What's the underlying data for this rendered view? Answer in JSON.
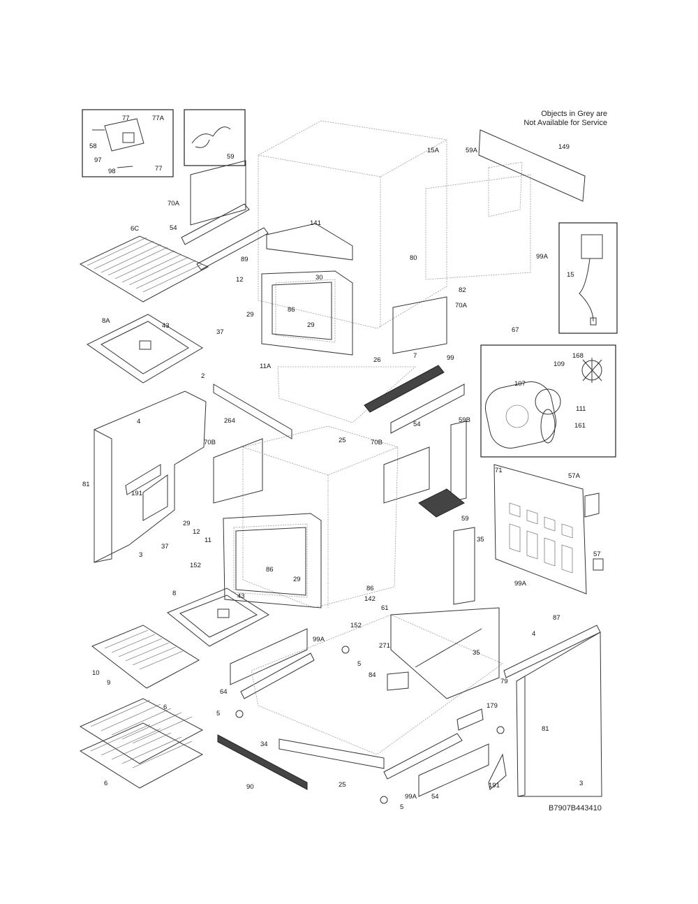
{
  "diagram": {
    "note_line1": "Objects in Grey are",
    "note_line2": "Not Available for Service",
    "drawing_code": "B7907B443410",
    "callouts": {
      "c77a": "77",
      "c77b": "77A",
      "c58": "58",
      "c97": "97",
      "c98": "98",
      "c77c": "77",
      "c59a": "59",
      "c15a": "15A",
      "c59aa": "59A",
      "c149": "149",
      "c70a1": "70A",
      "c54a": "54",
      "c6c": "6C",
      "c141": "141",
      "c89": "89",
      "c80": "80",
      "c99a1": "99A",
      "c82": "82",
      "c15": "15",
      "c12a": "12",
      "c30": "30",
      "c29a": "29",
      "c86a": "86",
      "c29b": "29",
      "c70a2": "70A",
      "c67": "67",
      "c43a": "43",
      "c8a": "8A",
      "c37a": "37",
      "c11a": "11A",
      "c26": "26",
      "c7": "7",
      "c99": "99",
      "c168": "168",
      "c109": "109",
      "c2": "2",
      "c264": "264",
      "c25a": "25",
      "c54b": "54",
      "c59b": "59B",
      "c107": "107",
      "c111": "111",
      "c161": "161",
      "c4a": "4",
      "c70b1": "70B",
      "c70b2": "70B",
      "c81a": "81",
      "c191a": "191",
      "c71": "71",
      "c57a": "57A",
      "c59c": "59",
      "c29c": "29",
      "c12b": "12",
      "c11": "11",
      "c3a": "3",
      "c37b": "37",
      "c152a": "152",
      "c86b": "86",
      "c29d": "29",
      "c35a": "35",
      "c57": "57",
      "c43b": "43",
      "c86c": "86",
      "c142": "142",
      "c99a2": "99A",
      "c87": "87",
      "c8": "8",
      "c61": "61",
      "c152b": "152",
      "c271": "271",
      "c4b": "4",
      "c99a3": "99A",
      "c10": "10",
      "c9": "9",
      "c5a": "5",
      "c35b": "35",
      "c84": "84",
      "c64": "64",
      "c6a": "6",
      "c5b": "5",
      "c179": "179",
      "c81b": "81",
      "c34": "34",
      "c6b": "6",
      "c90": "90",
      "c25b": "25",
      "c99a4": "99A",
      "c54c": "54",
      "c191b": "191",
      "c5c": "5",
      "c3b": "3",
      "c79": "79"
    }
  }
}
